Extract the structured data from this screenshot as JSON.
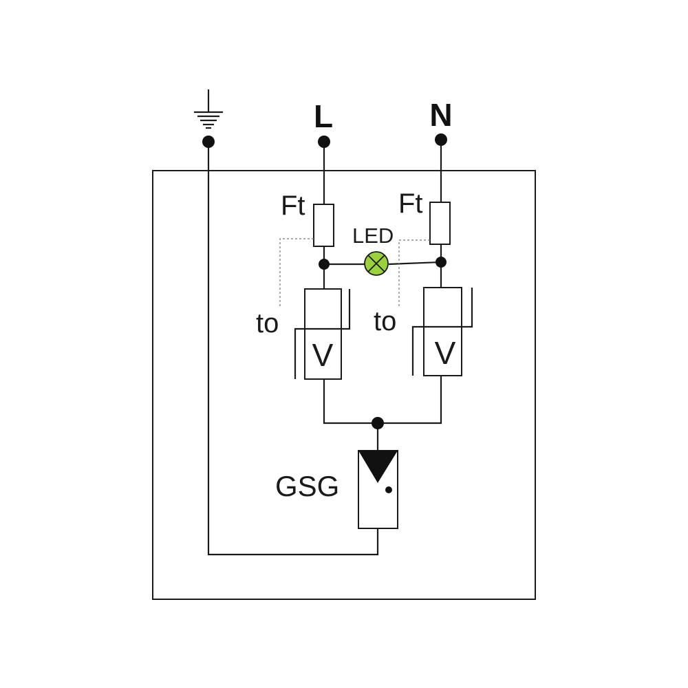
{
  "terminals": {
    "line": "L",
    "neutral": "N"
  },
  "fuse_left_label": "Ft",
  "fuse_right_label": "Ft",
  "led_label": "LED",
  "thermal_left_label": "to",
  "thermal_right_label": "to",
  "varistor_left_label": "V",
  "varistor_right_label": "V",
  "gsg_label": "GSG",
  "colors": {
    "led_fill": "#9bd13c",
    "line": "#1a1a1a",
    "dashed": "#777777"
  },
  "icons": [
    "ground-icon",
    "led-lamp-icon",
    "gas-discharge-tube-icon"
  ]
}
